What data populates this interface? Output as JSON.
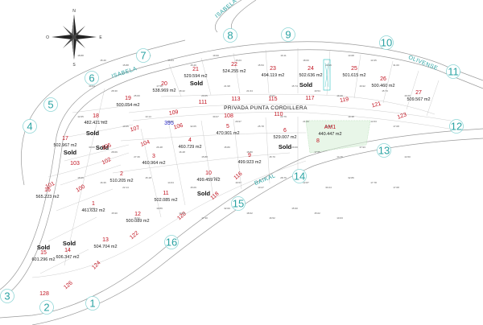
{
  "compass": {
    "n": "N",
    "s": "S",
    "e": "E",
    "o": "O"
  },
  "streets": {
    "isabela_top": "ISABELA",
    "isabela": "ISABELA",
    "olivense": "OLIVENSE",
    "privada": "PRIVADA PUNTA CORDILLERA",
    "baikal": "BAIKAL"
  },
  "sold_label": "Sold",
  "lots": [
    {
      "num": "21",
      "area": "529.594 m2"
    },
    {
      "num": "22",
      "area": "524.255 m2"
    },
    {
      "num": "23",
      "area": "494.119 m2"
    },
    {
      "num": "24",
      "area": "502.636 m2"
    },
    {
      "num": "25",
      "area": "501.615 m2"
    },
    {
      "num": "26",
      "area": "500.460 m2"
    },
    {
      "num": "27",
      "area": "509.567 m2"
    },
    {
      "num": "20",
      "area": "538.969 m2"
    },
    {
      "num": "19",
      "area": "500.054 m2"
    },
    {
      "num": "18",
      "area": "482.421 m2"
    },
    {
      "num": "17",
      "area": "502.967 m2"
    },
    {
      "num": "16",
      "area": "565.223 m2"
    },
    {
      "num": "15",
      "area": "601.296 m2"
    },
    {
      "num": "14",
      "area": "606.347 m2"
    },
    {
      "num": "13",
      "area": "504.704 m2"
    },
    {
      "num": "12",
      "area": "500.089 m2"
    },
    {
      "num": "11",
      "area": "502.085 m2"
    },
    {
      "num": "10",
      "area": "499.459 m2"
    },
    {
      "num": "9",
      "area": "499.923 m2"
    },
    {
      "num": "8",
      "area": ""
    },
    {
      "num": "7",
      "area": ""
    },
    {
      "num": "6",
      "area": "529.007 m2"
    },
    {
      "num": "5",
      "area": "470.901 m2"
    },
    {
      "num": "4",
      "area": "460.729 m2"
    },
    {
      "num": "3",
      "area": "460.964 m2"
    },
    {
      "num": "2",
      "area": "510.205 m2"
    },
    {
      "num": "1",
      "area": "461.632 m2"
    },
    {
      "num": "AM1",
      "area": "440.447 m2"
    }
  ],
  "segment_numbers": [
    "111",
    "113",
    "115",
    "117",
    "119",
    "121",
    "123",
    "109",
    "108",
    "110",
    "107",
    "106",
    "105",
    "104",
    "103",
    "102",
    "101",
    "100",
    "128",
    "126",
    "124",
    "122",
    "120",
    "118",
    "116"
  ],
  "special_number": "395",
  "circle_labels": [
    "1",
    "2",
    "3",
    "4",
    "5",
    "6",
    "7",
    "8",
    "9",
    "10",
    "11",
    "12",
    "13",
    "14",
    "15",
    "16"
  ],
  "dims": [
    "18.88",
    "15.40",
    "15.88",
    "15.11",
    "15.64",
    "15.40",
    "19.60",
    "15.03",
    "15.53",
    "19.11",
    "18.60",
    "20.96",
    "13.68",
    "13.35",
    "31.60",
    "30.64",
    "28.30",
    "25.60",
    "17.58",
    "18.42",
    "20.05",
    "21.98",
    "21.64",
    "14.67",
    "15.74",
    "19.54",
    "19.39",
    "16.92",
    "15.73",
    "16.66",
    "12.65",
    "11.74",
    "10.65",
    "13.14",
    "32.72",
    "32.05",
    "30.07",
    "29.97",
    "25.78",
    "22.79",
    "21.60",
    "21.08",
    "19.38",
    "14.53",
    "17.08",
    "30.60",
    "28.69",
    "27.36",
    "26.48",
    "16.48",
    "15.88",
    "15.80",
    "15.80",
    "15.70",
    "29.00",
    "17.55",
    "14.76",
    "17.93",
    "19.53",
    "14.50",
    "18.66",
    "16.36",
    "22.14",
    "15.18",
    "14.64",
    "15.09",
    "15.63",
    "16.57",
    "13.27",
    "28.76",
    "22.87",
    "33.24",
    "32.86",
    "17.78",
    "17.68",
    "17.77",
    "15.90",
    "16.52",
    "19.89",
    "14.30",
    "17.30",
    "32.60",
    "18.62",
    "16.52",
    "15.90",
    "15.02",
    "10.63"
  ]
}
